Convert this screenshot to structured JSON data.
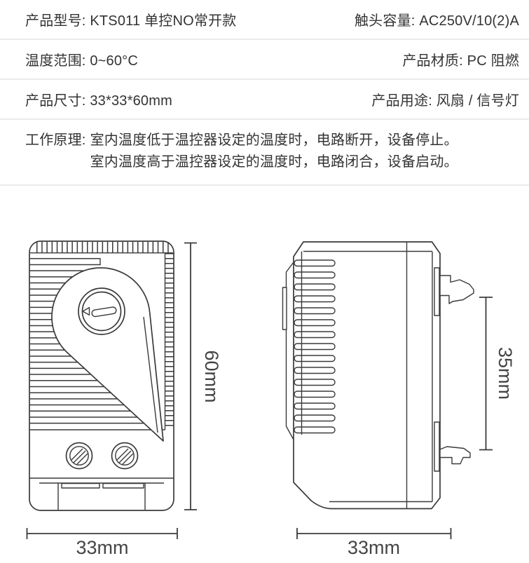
{
  "specs": {
    "rows": [
      {
        "left_label": "产品型号:",
        "left_value": "KTS011 单控NO常开款",
        "right_label": "触头容量:",
        "right_value": "AC250V/10(2)A"
      },
      {
        "left_label": "温度范围:",
        "left_value": "0~60°C",
        "right_label": "产品材质:",
        "right_value": "PC 阻燃"
      },
      {
        "left_label": "产品尺寸:",
        "left_value": "33*33*60mm",
        "right_label": "产品用途:",
        "right_value": "风扇 / 信号灯"
      }
    ],
    "principle": {
      "label": "工作原理:",
      "line1": "室内温度低于温控器设定的温度时，电路断开，设备停止。",
      "line2": "室内温度高于温控器设定的温度时，电路闭合，设备启动。"
    }
  },
  "dimensions": {
    "front_height": "60mm",
    "front_width": "33mm",
    "side_width": "33mm",
    "din_clip_spacing": "35mm"
  },
  "colors": {
    "text": "#333333",
    "separator": "#ebebeb",
    "line_art": "#3a3a3a",
    "dimension_text": "#454545",
    "background": "#ffffff"
  }
}
